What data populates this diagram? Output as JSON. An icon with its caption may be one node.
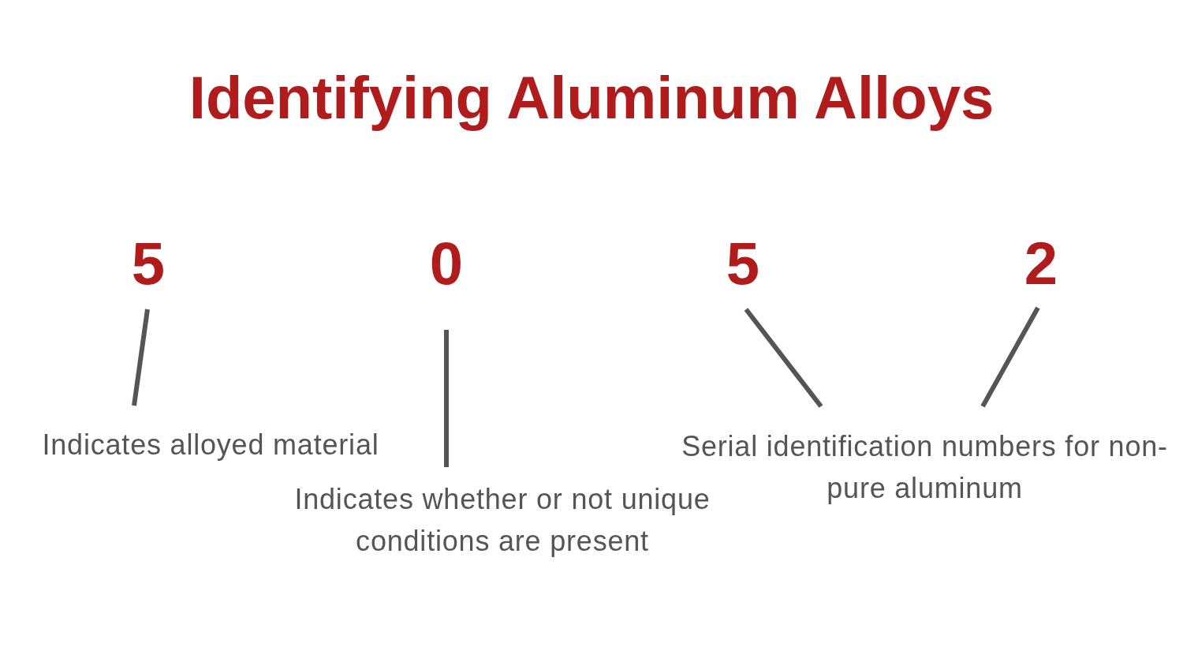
{
  "diagram": {
    "title": "Identifying Aluminum Alloys",
    "nodes": [
      {
        "text": [
          "5"
        ]
      },
      {
        "text": [
          "0"
        ]
      },
      {
        "text": [
          "5"
        ]
      },
      {
        "text": [
          "2"
        ]
      },
      {
        "text": [
          "Indicates alloyed material"
        ]
      },
      {
        "text": [
          "Serial identification numbers for non-pure aluminum"
        ]
      },
      {
        "text": [
          "Indicates whether or not unique conditions are present"
        ]
      }
    ],
    "edges": [
      {
        "from": 0,
        "to": 4,
        "arrow": "none"
      },
      {
        "from": 1,
        "to": 6,
        "arrow": "none"
      },
      {
        "from": 2,
        "to": 5,
        "arrow": "none"
      },
      {
        "from": 3,
        "to": 5,
        "arrow": "none"
      }
    ]
  }
}
